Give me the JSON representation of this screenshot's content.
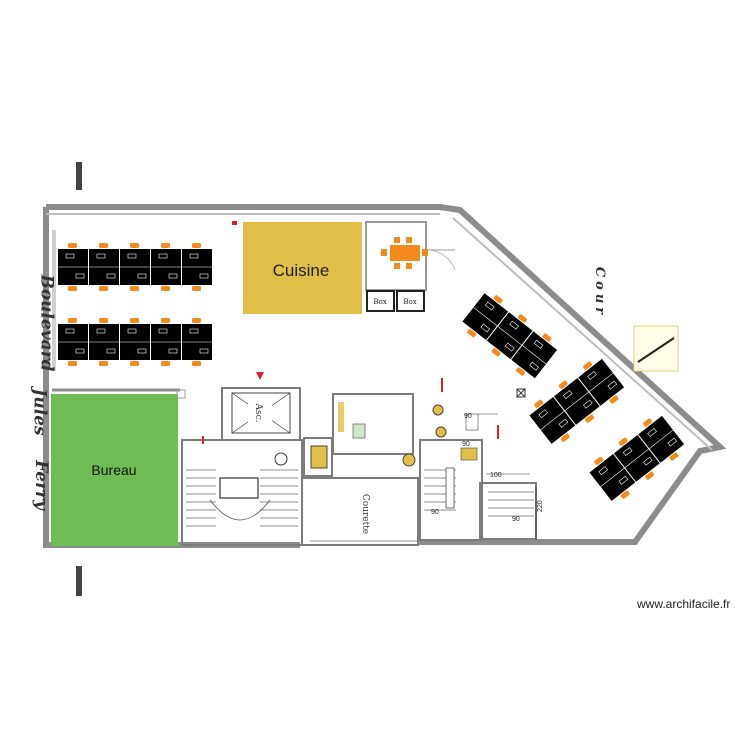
{
  "rooms": {
    "cuisine": "Cuisine",
    "bureau": "Bureau",
    "box1": "Box",
    "box2": "Box",
    "asc": "Asc.",
    "courette": "Courette"
  },
  "streets": {
    "boulevard": "Boulevard",
    "jules": "Jules",
    "ferry": "Ferry",
    "cour": "Cour"
  },
  "dimensions": {
    "d90a": "90",
    "d90b": "90",
    "d90c": "90",
    "d90d": "90",
    "d100": "100",
    "d220": "220"
  },
  "watermark": "www.archifacile.fr",
  "colors": {
    "cuisine": "#e1be47",
    "bureau": "#6ebd54",
    "chair": "#f28a1e",
    "wall": "#8c8c8c",
    "desk": "#000000",
    "red_mark": "#e02020"
  }
}
